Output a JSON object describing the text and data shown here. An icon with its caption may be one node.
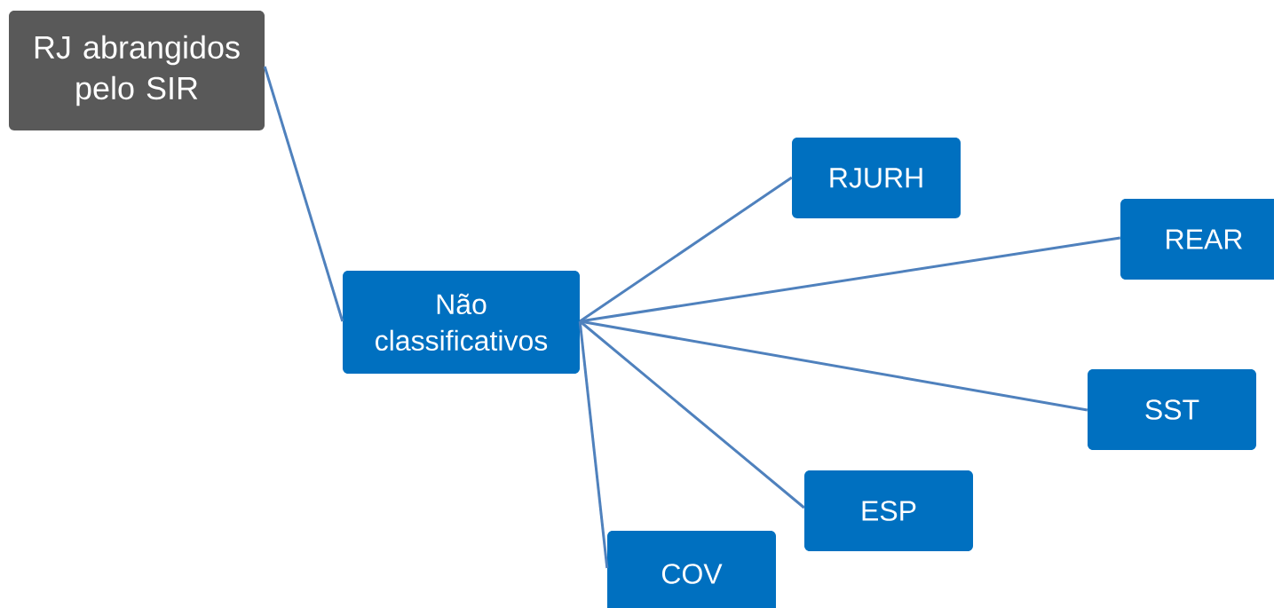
{
  "diagram": {
    "nodes": [
      {
        "text": [
          "RJ abrangidos pelo SIR"
        ]
      },
      {
        "text": [
          "Não classificativos"
        ]
      },
      {
        "text": [
          "RJURH"
        ]
      },
      {
        "text": [
          "REAR"
        ]
      },
      {
        "text": [
          "SST"
        ]
      },
      {
        "text": [
          "ESP"
        ]
      },
      {
        "text": [
          "COV"
        ]
      }
    ],
    "edges": [
      {
        "from": 0,
        "to": 1,
        "arrow": "none"
      },
      {
        "from": 1,
        "to": 2,
        "arrow": "none"
      },
      {
        "from": 1,
        "to": 3,
        "arrow": "none"
      },
      {
        "from": 1,
        "to": 4,
        "arrow": "none"
      },
      {
        "from": 1,
        "to": 5,
        "arrow": "none"
      },
      {
        "from": 1,
        "to": 6,
        "arrow": "none"
      }
    ]
  }
}
